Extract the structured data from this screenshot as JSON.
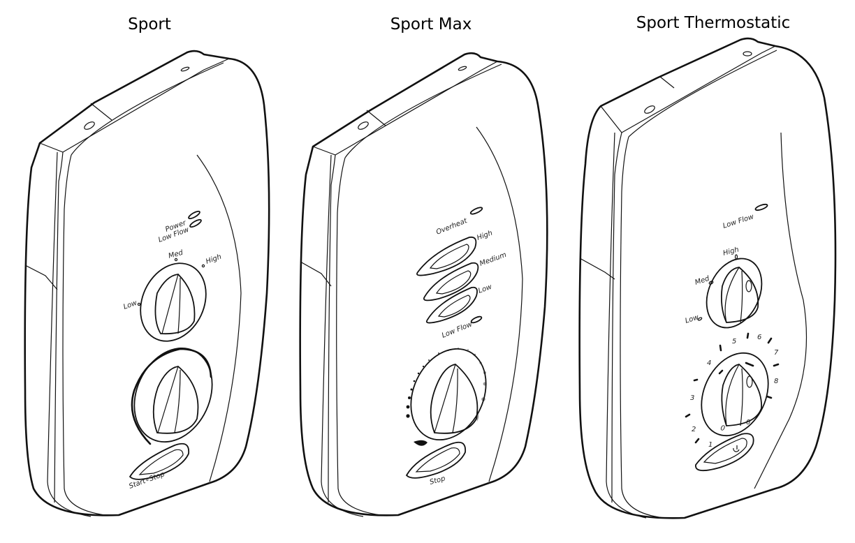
{
  "units": [
    {
      "title": "Sport",
      "indicators": [
        "Power",
        "Low Flow"
      ],
      "power_selector": {
        "labels": [
          "Low",
          "Med",
          "High"
        ]
      },
      "button_label": "Start∘Stop"
    },
    {
      "title": "Sport Max",
      "indicators": [
        "Overheat",
        "Low Flow"
      ],
      "power_buttons": [
        "High",
        "Medium",
        "Low"
      ],
      "button_label": "Stop"
    },
    {
      "title": "Sport Thermostatic",
      "indicators": [
        "Low Flow"
      ],
      "power_selector": {
        "labels": [
          "High",
          "Med",
          "Low"
        ]
      },
      "temperature_scale": [
        "1",
        "2",
        "3",
        "4",
        "5",
        "6",
        "7",
        "8"
      ],
      "button_icon": "power-icon"
    }
  ]
}
